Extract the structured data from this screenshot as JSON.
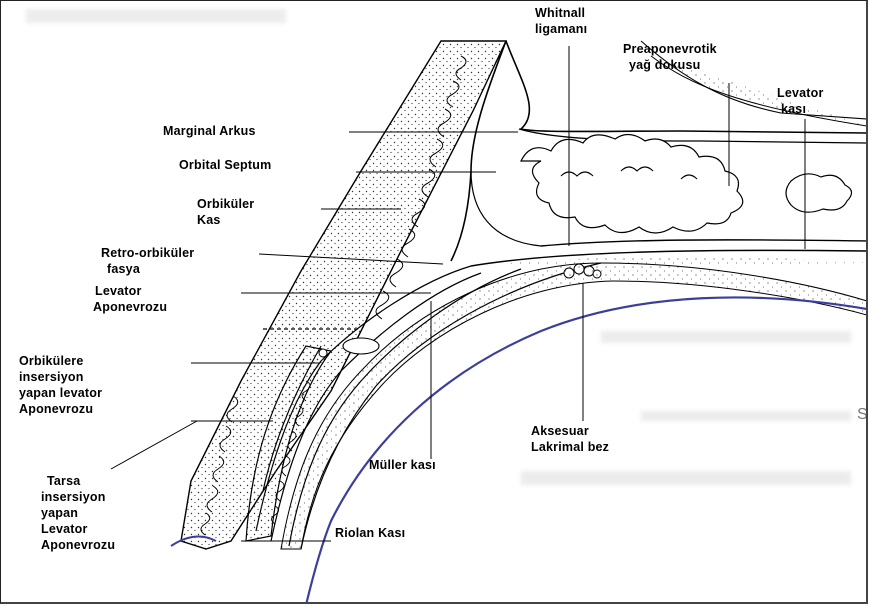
{
  "labels": {
    "whitnall": [
      "Whitnall",
      "ligamanı"
    ],
    "preaponevrotik": [
      "Preaponevrotik",
      "yağ dokusu"
    ],
    "levator_kasi": [
      "Levator",
      "kası"
    ],
    "marginal_arkus": [
      "Marginal Arkus"
    ],
    "orbital_septum": [
      "Orbital Septum"
    ],
    "orbikuler_kas": [
      "Orbiküler",
      "Kas"
    ],
    "retro_orbikuler": [
      "Retro-orbiküler",
      "fasya"
    ],
    "levator_aponevrozu": [
      "Levator",
      "Aponevrozu"
    ],
    "orbikulere_insersiyon": [
      "Orbikülere",
      "insersiyon",
      "yapan levator",
      "Aponevrozu"
    ],
    "tarsa_insersiyon": [
      "Tarsa",
      "insersiyon",
      "yapan",
      "Levator",
      "Aponevrozu"
    ],
    "muller_kasi": [
      "Müller kası"
    ],
    "aksesuar": [
      "Aksesuar",
      "Lakrimal bez"
    ],
    "riolan_kasi": [
      "Riolan Kası"
    ]
  },
  "background_letter": "S",
  "colors": {
    "ink": "#000000",
    "globe_line": "#3b3f9a",
    "background": "#ffffff"
  }
}
